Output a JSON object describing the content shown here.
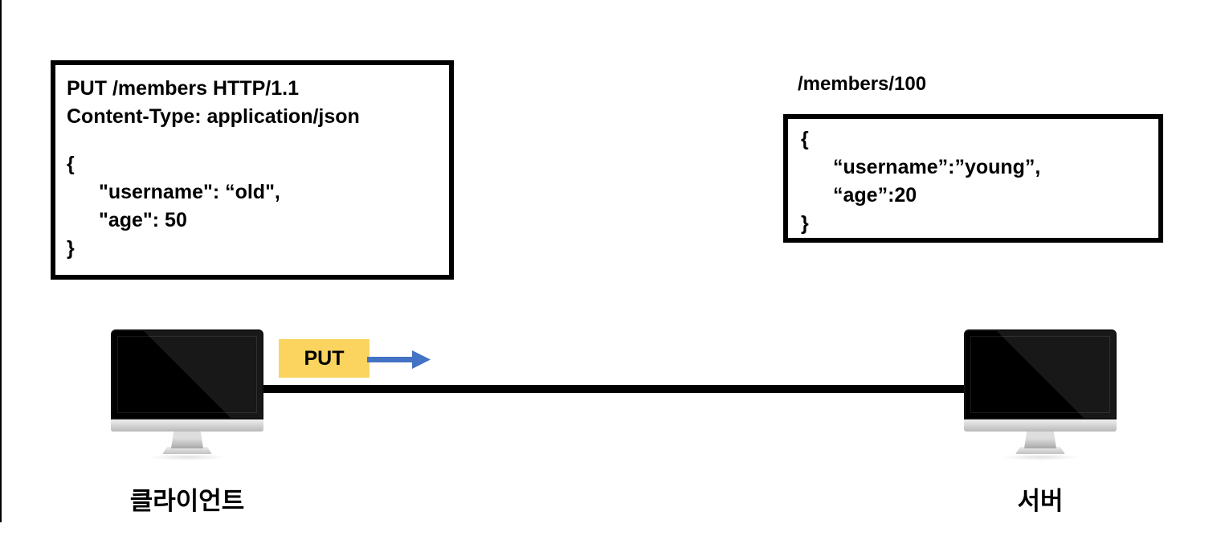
{
  "canvas": {
    "background": "#ffffff",
    "edge_line_color": "#000000"
  },
  "request_box": {
    "request_line": "PUT /members HTTP/1.1",
    "header_line": "Content-Type: application/json",
    "brace_open": "{",
    "fields": [
      "\"username\": “old\",",
      "\"age\": 50"
    ],
    "brace_close": "}"
  },
  "server_resource": {
    "path": "/members/100",
    "brace_open": "{",
    "fields": [
      "“username”:”young”,",
      "“age”:20"
    ],
    "brace_close": "}"
  },
  "message": {
    "method": "PUT",
    "badge_color": "#FAD45E",
    "arrow_color": "#4472C4",
    "line_color": "#000000"
  },
  "client": {
    "label": "클라이언트"
  },
  "server": {
    "label": "서버"
  }
}
